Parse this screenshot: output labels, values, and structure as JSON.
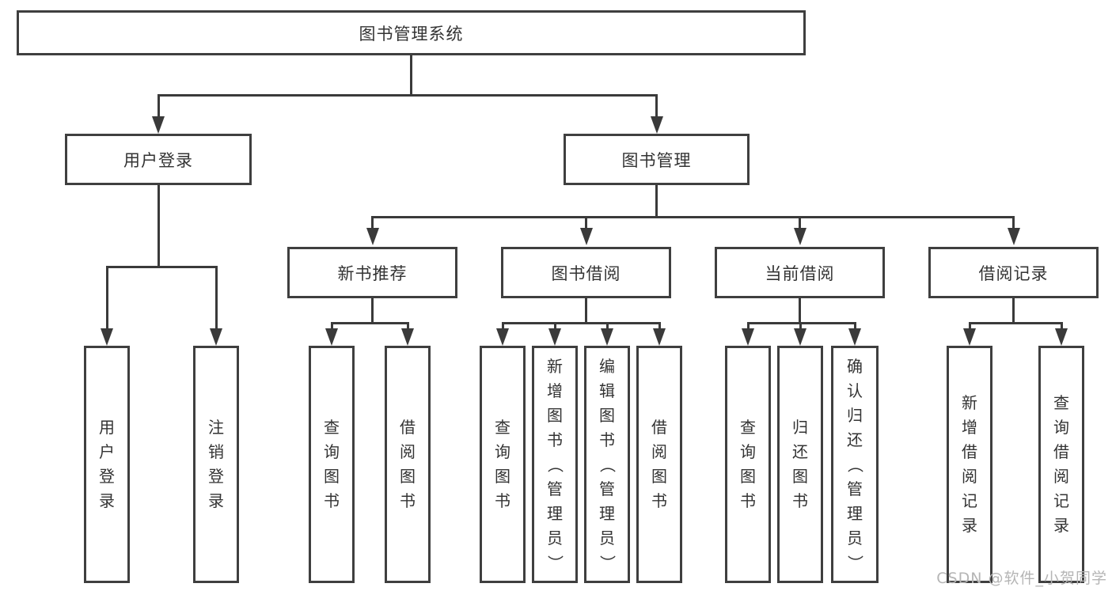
{
  "tree": {
    "root": {
      "label": "图书管理系统",
      "children": [
        {
          "label": "用户登录",
          "children": [
            {
              "label": "用户登录"
            },
            {
              "label": "注销登录"
            }
          ]
        },
        {
          "label": "图书管理",
          "children": [
            {
              "label": "新书推荐",
              "children": [
                {
                  "label": "查询图书"
                },
                {
                  "label": "借阅图书"
                }
              ]
            },
            {
              "label": "图书借阅",
              "children": [
                {
                  "label": "查询图书"
                },
                {
                  "label": "新增图书（管理员）"
                },
                {
                  "label": "编辑图书（管理员）"
                },
                {
                  "label": "借阅图书"
                }
              ]
            },
            {
              "label": "当前借阅",
              "children": [
                {
                  "label": "查询图书"
                },
                {
                  "label": "归还图书"
                },
                {
                  "label": "确认归还（管理员）"
                }
              ]
            },
            {
              "label": "借阅记录",
              "children": [
                {
                  "label": "新增借阅记录"
                },
                {
                  "label": "查询借阅记录"
                }
              ]
            }
          ]
        }
      ]
    }
  },
  "watermark": {
    "text": "CSDN @软件_小贺同学"
  },
  "colors": {
    "line": "#3a3a3a",
    "box_border": "#3f3f3f",
    "text": "#333333",
    "watermark": "#b5b5b5",
    "background": "#ffffff"
  }
}
